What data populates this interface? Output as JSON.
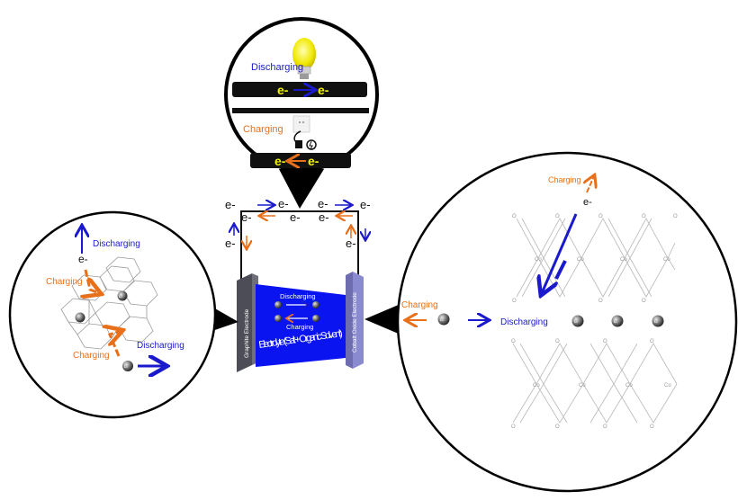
{
  "colors": {
    "discharge_blue": "#1a1acc",
    "charge_orange": "#e8701a",
    "electrolyte_blue": "#0a14f0",
    "electrode_gray": "#555560",
    "cathode_purple": "#8a8ad0",
    "wire_yellow": "#f2f200"
  },
  "top_circle": {
    "discharging_label": "Discharging",
    "charging_label": "Charging",
    "e_left": "e-",
    "e_right": "e-",
    "icons": [
      "light-bulb-icon",
      "power-plug-icon",
      "wall-outlet-icon"
    ]
  },
  "circuit": {
    "electron": "e-"
  },
  "cell": {
    "anode_label": "Graphite Electrode",
    "cathode_label": "Cobalt Oxide Electrode",
    "electrolyte_label": "Electrolyte (Salt + Organic Solvent)",
    "discharging_label": "Discharging",
    "charging_label": "Charging"
  },
  "left_circle": {
    "discharging_top": "Discharging",
    "charging_left": "Charging",
    "charging_bottom": "Charging",
    "discharging_bottom": "Discharging",
    "electron": "e-",
    "ion": "Li",
    "ion_on_graphite": "Li"
  },
  "right_circle": {
    "charging_top": "Charging",
    "electron": "e-",
    "charging_left": "Charging",
    "discharging_mid": "Discharging",
    "ion": "Li",
    "cobalt": "Co",
    "oxygen": "O"
  }
}
